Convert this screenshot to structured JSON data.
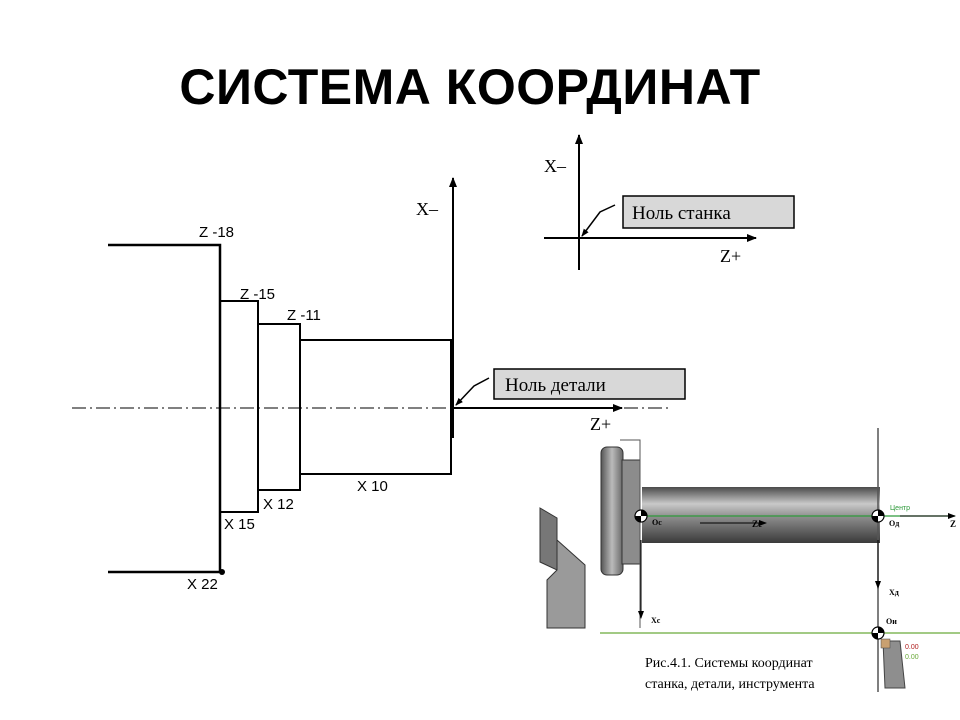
{
  "title": "СИСТЕМА КООРДИНАТ",
  "machine_axes": {
    "x_label": "X–",
    "z_label": "Z+",
    "zero_label": "Ноль станка"
  },
  "part_axes": {
    "x_label": "X–",
    "z_label": "Z+",
    "zero_label": "Ноль детали"
  },
  "part_dims": {
    "z18": "Z -18",
    "z15": "Z -15",
    "z11": "Z -11",
    "x10": "X 10",
    "x12": "X 12",
    "x15": "X 15",
    "x22": "X 22"
  },
  "photo": {
    "center_label": "Центр",
    "oc": "Oc",
    "zc": "Zc",
    "od": "Oд",
    "z": "Z",
    "xd": "Xд",
    "xc": "Xc",
    "ou": "Oи",
    "val1": "0.00",
    "val2": "0.00"
  },
  "caption": {
    "line1": "Рис.4.1. Системы координат",
    "line2": "станка, детали, инструмента"
  },
  "colors": {
    "green": "#2e9a3a",
    "line": "#000000",
    "label_box": "#d8d8d8"
  }
}
